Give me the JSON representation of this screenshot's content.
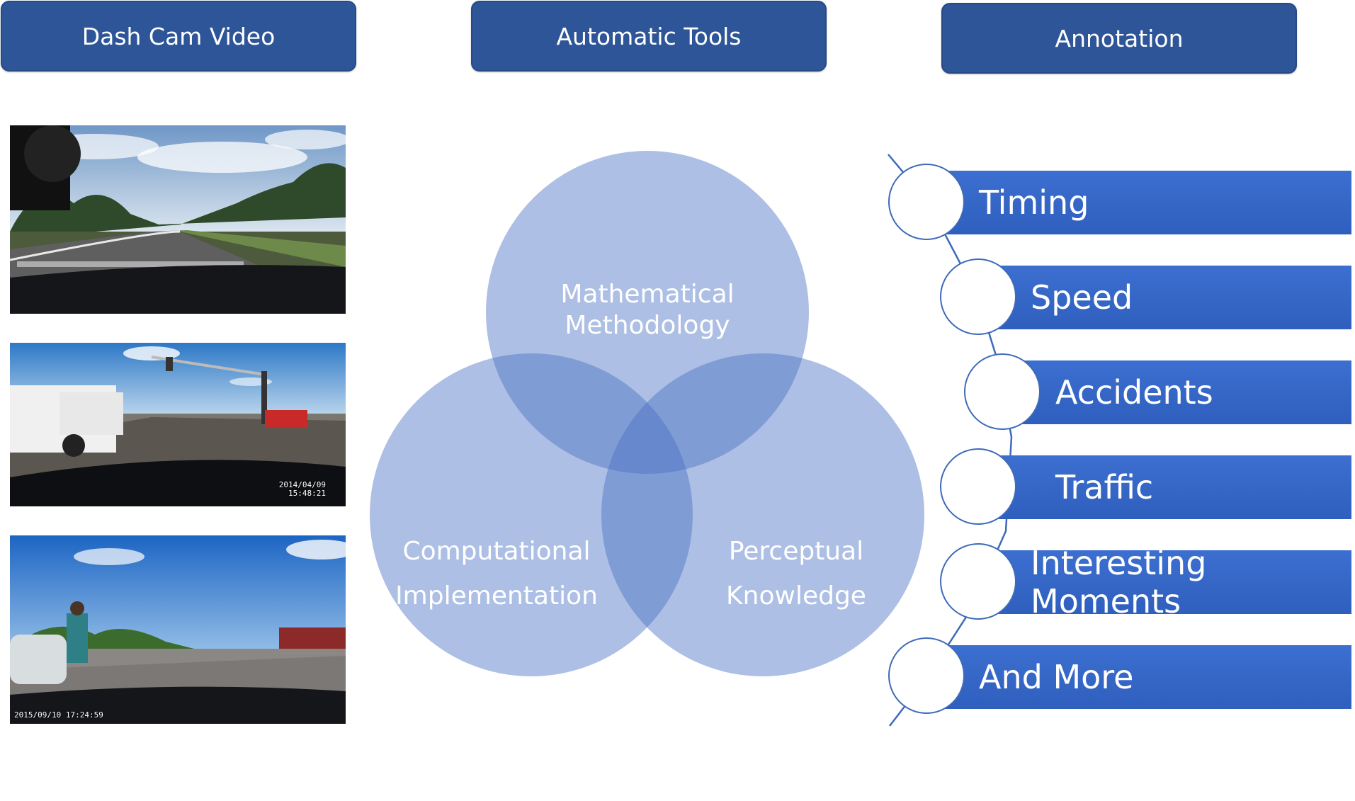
{
  "headers": {
    "dash_cam_video": "Dash Cam Video",
    "automatic_tools": "Automatic Tools",
    "annotation": "Annotation"
  },
  "photos": {
    "photo2_stamp": "2014/04/09\n15:48:21",
    "photo3_stamp": "2015/09/10 17:24:59"
  },
  "venn": {
    "top_label": "Mathematical\nMethodology",
    "left_label": "Computational\nImplementation",
    "right_label": "Perceptual\nKnowledge"
  },
  "annotation_items": [
    {
      "label": "Timing"
    },
    {
      "label": "Speed"
    },
    {
      "label": "Accidents"
    },
    {
      "label": "Traffic"
    },
    {
      "label": "Interesting Moments"
    },
    {
      "label": "And More"
    }
  ],
  "colors": {
    "header": "#2e5597",
    "venn_fill": "#4a72c4",
    "bar": "#3566c7"
  }
}
